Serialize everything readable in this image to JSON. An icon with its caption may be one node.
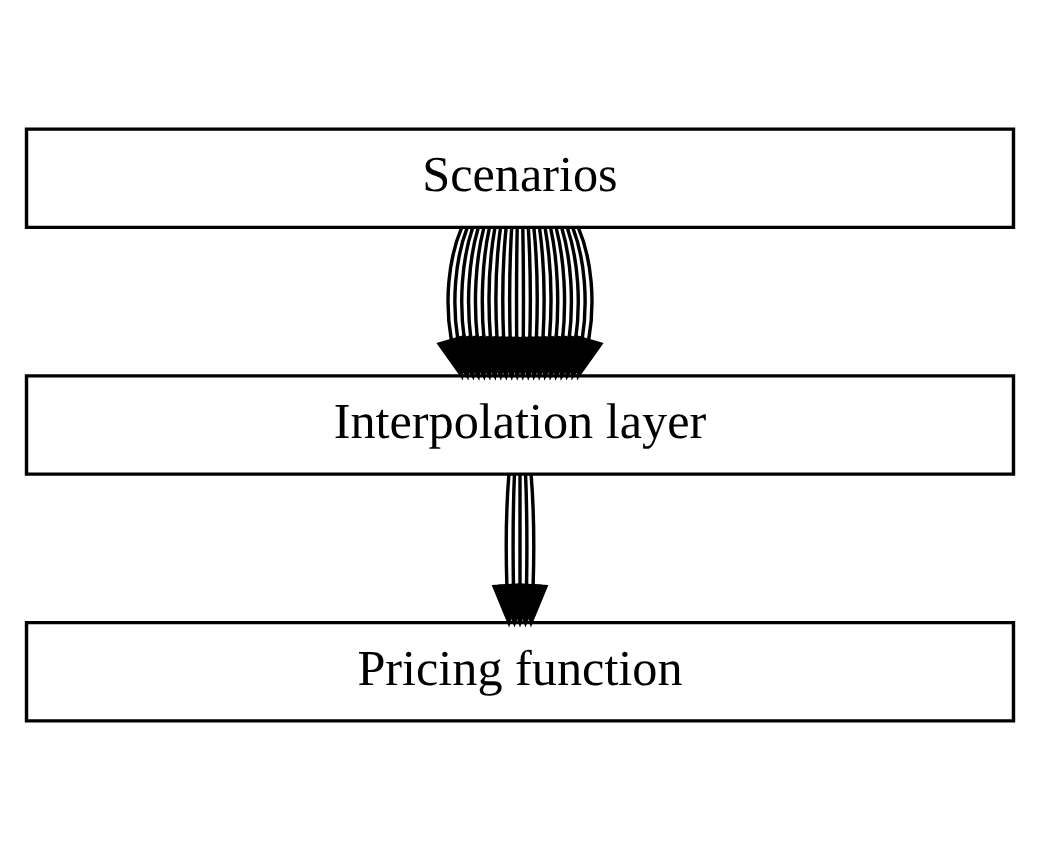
{
  "diagram": {
    "nodes": [
      {
        "text": [
          "Scenarios"
        ]
      },
      {
        "text": [
          "Interpolation layer"
        ]
      },
      {
        "text": [
          "Pricing function"
        ]
      }
    ],
    "edges": [
      {
        "from": 0,
        "to": 1,
        "arrow": "to"
      },
      {
        "from": 0,
        "to": 1,
        "arrow": "to"
      },
      {
        "from": 0,
        "to": 1,
        "arrow": "to"
      },
      {
        "from": 0,
        "to": 1,
        "arrow": "to"
      },
      {
        "from": 0,
        "to": 1,
        "arrow": "to"
      },
      {
        "from": 0,
        "to": 1,
        "arrow": "to"
      },
      {
        "from": 0,
        "to": 1,
        "arrow": "to"
      },
      {
        "from": 0,
        "to": 1,
        "arrow": "to"
      },
      {
        "from": 0,
        "to": 1,
        "arrow": "to"
      },
      {
        "from": 0,
        "to": 1,
        "arrow": "to"
      },
      {
        "from": 0,
        "to": 1,
        "arrow": "to"
      },
      {
        "from": 0,
        "to": 1,
        "arrow": "to"
      },
      {
        "from": 0,
        "to": 1,
        "arrow": "to"
      },
      {
        "from": 0,
        "to": 1,
        "arrow": "to"
      },
      {
        "from": 0,
        "to": 1,
        "arrow": "to"
      },
      {
        "from": 0,
        "to": 1,
        "arrow": "to"
      },
      {
        "from": 0,
        "to": 1,
        "arrow": "to"
      },
      {
        "from": 0,
        "to": 1,
        "arrow": "to"
      },
      {
        "from": 0,
        "to": 1,
        "arrow": "to"
      },
      {
        "from": 0,
        "to": 1,
        "arrow": "to"
      },
      {
        "from": 0,
        "to": 1,
        "arrow": "to"
      },
      {
        "from": 0,
        "to": 1,
        "arrow": "to"
      },
      {
        "from": 1,
        "to": 2,
        "arrow": "to"
      },
      {
        "from": 1,
        "to": 2,
        "arrow": "to"
      },
      {
        "from": 1,
        "to": 2,
        "arrow": "to"
      },
      {
        "from": 1,
        "to": 2,
        "arrow": "to"
      },
      {
        "from": 1,
        "to": 2,
        "arrow": "to"
      }
    ]
  }
}
